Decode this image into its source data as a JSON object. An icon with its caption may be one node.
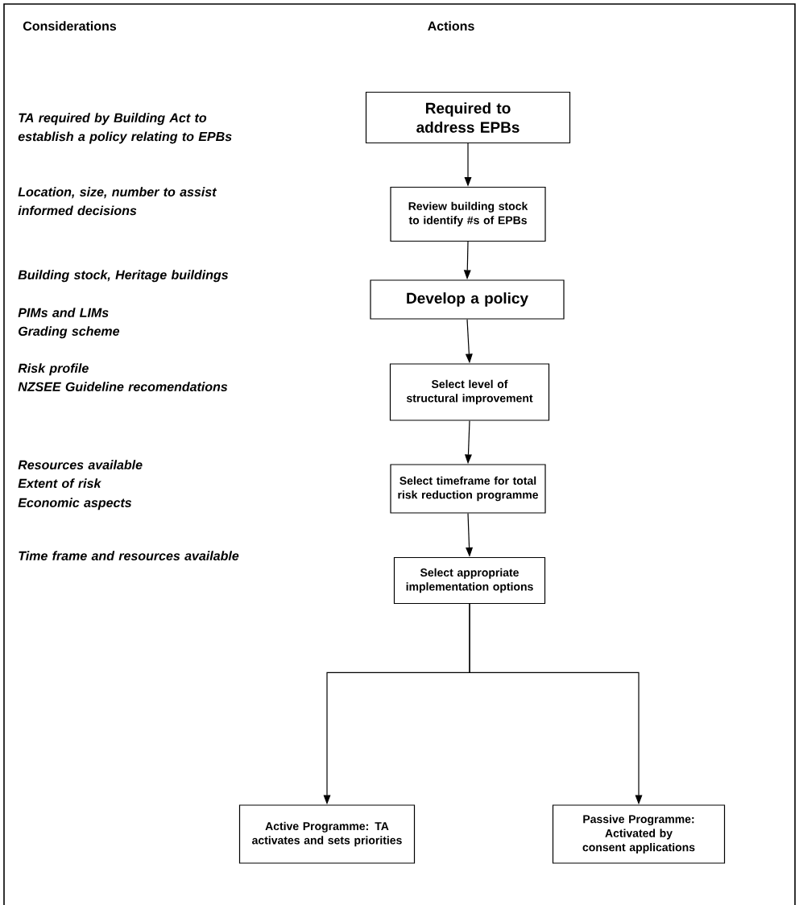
{
  "diagram": {
    "nodes": [
      {
        "text": [
          "Required to address EPBs"
        ]
      },
      {
        "text": [
          "Review building stock to identify #s of EPBs"
        ]
      },
      {
        "text": [
          "Develop a policy"
        ]
      },
      {
        "text": [
          "Select level of structural improvement"
        ]
      },
      {
        "text": [
          "Select timeframe for total risk reduction programme"
        ]
      },
      {
        "text": [
          "Select appropriate implementation options"
        ]
      },
      {
        "text": [
          "Active Programme: TA activates and sets priorities"
        ]
      },
      {
        "text": [
          "Passive Programme: Activated by consent applications"
        ]
      }
    ],
    "edges": [
      {
        "from": 0,
        "to": 1,
        "arrow": "to"
      },
      {
        "from": 1,
        "to": 2,
        "arrow": "to"
      },
      {
        "from": 2,
        "to": 3,
        "arrow": "to"
      },
      {
        "from": 3,
        "to": 4,
        "arrow": "to"
      },
      {
        "from": 4,
        "to": 5,
        "arrow": "to"
      },
      {
        "from": 5,
        "to": 6,
        "arrow": "to"
      },
      {
        "from": 5,
        "to": 7,
        "arrow": "to"
      }
    ],
    "labels": [
      "Considerations",
      "Actions",
      "TA required by Building Act to establish a policy relating to EPBs",
      "Location, size, number to assist informed decisions",
      "Building stock, Heritage buildings",
      "PIMs and LIMs",
      "Grading scheme",
      "Risk profile",
      "NZSEE Guideline recomendations",
      "Resources available",
      "Extent of risk",
      "Economic aspects",
      "Time frame and resources available"
    ]
  }
}
